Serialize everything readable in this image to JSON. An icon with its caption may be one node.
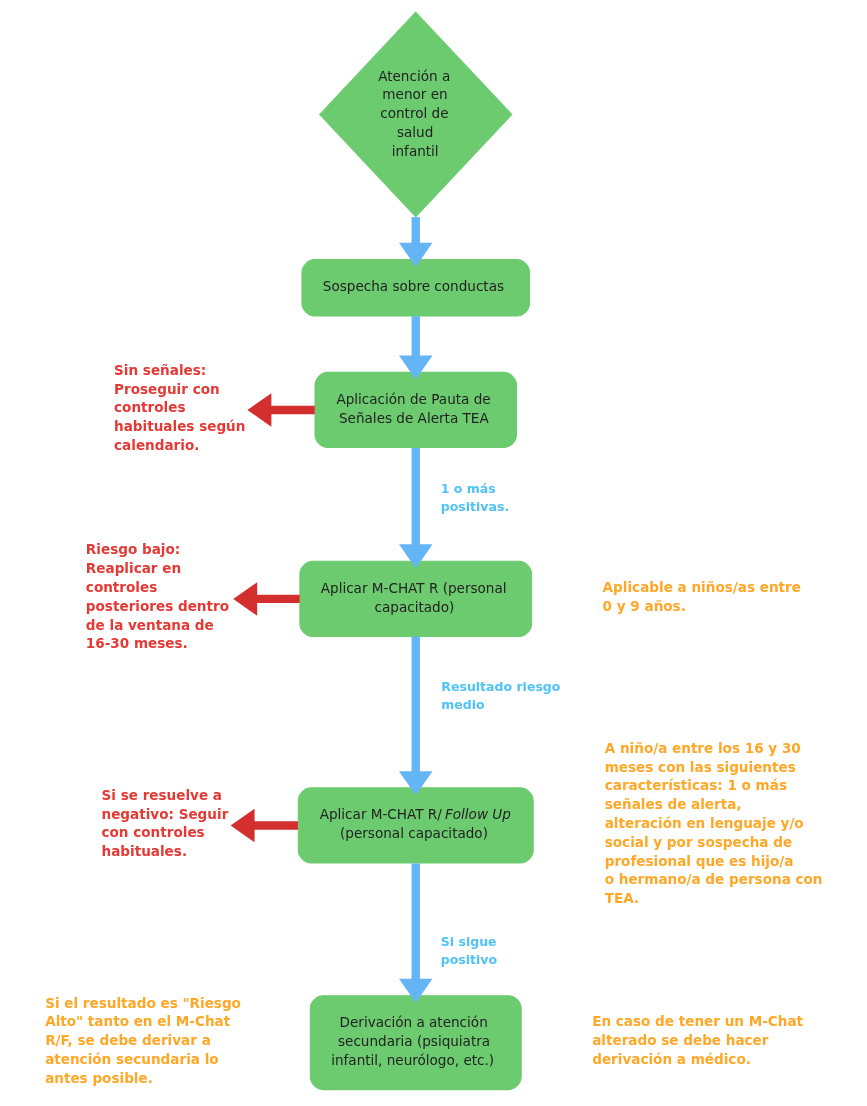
{
  "diagram": {
    "nodes": [
      {
        "text": [
          "Atención a menor en control de salud infantil"
        ]
      },
      {
        "text": [
          "Sospecha sobre conductas"
        ]
      },
      {
        "text": [
          "Aplicación de Pauta de Señales de Alerta TEA"
        ]
      },
      {
        "text": [
          "Aplicar M-CHAT R (personal capacitado)"
        ]
      },
      {
        "text": [
          "Aplicar M-CHAT R/*Follow Up* (personal capacitado)"
        ]
      },
      {
        "text": [
          "Derivación a atención secundaria (psiquiatra infantil, neurólogo, etc.)"
        ]
      },
      {
        "text": [
          "Sin señales: Proseguir con controles habituales según calendario."
        ]
      },
      {
        "text": [
          "Riesgo bajo: Reaplicar en controles posteriores dentro de la ventana de 16-30 meses."
        ]
      },
      {
        "text": [
          "Si se resuelve a negativo: Seguir con controles habituales."
        ]
      }
    ],
    "edges": [
      {
        "from": 0,
        "to": 1,
        "arrow": "to"
      },
      {
        "from": 1,
        "to": 2,
        "arrow": "to"
      },
      {
        "from": 2,
        "to": 3,
        "arrow": "to",
        "label": "1 o más positivas."
      },
      {
        "from": 3,
        "to": 4,
        "arrow": "to",
        "label": "Resultado riesgo medio"
      },
      {
        "from": 4,
        "to": 5,
        "arrow": "to",
        "label": "Si sigue positivo"
      },
      {
        "from": 2,
        "to": 6,
        "arrow": "to",
        "color": "#d32f2f"
      },
      {
        "from": 3,
        "to": 7,
        "arrow": "to",
        "color": "#d32f2f"
      },
      {
        "from": 4,
        "to": 8,
        "arrow": "to",
        "color": "#d32f2f"
      }
    ],
    "labels": [
      "Aplicable a niños/as entre 0 y 9 años.",
      "A niño/a entre los 16 y 30 meses con las siguientes características: 1 o más señales de alerta, alteración en lenguaje y/o social y por sospecha de profesional que es hijo/a o hermano/a de persona con TEA.",
      "En caso de tener un M-Chat alterado se debe hacer derivación a médico.",
      "Si el resultado es \"Riesgo Alto\" tanto en el M-Chat R/F, se debe derivar a atención secundaria lo antes posible."
    ]
  }
}
